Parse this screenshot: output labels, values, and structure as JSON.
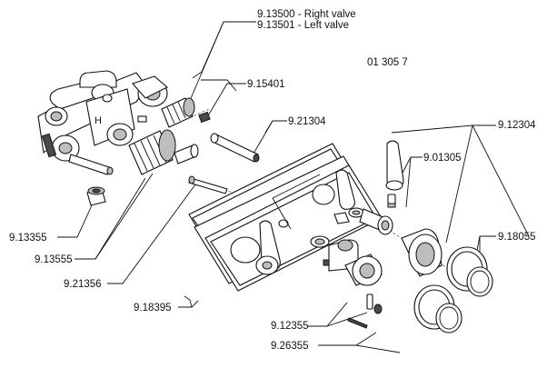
{
  "diagram": {
    "drawing_number": "01 305 7",
    "labels": {
      "p9_13500": "9.13500 - Right valve",
      "p9_13501": "9.13501 - Left valve",
      "p9_15401": "9.15401",
      "p9_21304": "9.21304",
      "p9_12304": "9.12304",
      "p9_01305": "9.01305",
      "p9_13355": "9.13355",
      "p9_13555": "9.13555",
      "p9_21356": "9.21356",
      "p9_18055": "9.18055",
      "p9_18395": "9.18395",
      "p9_12355": "9.12355",
      "p9_26355": "9.26355"
    }
  }
}
